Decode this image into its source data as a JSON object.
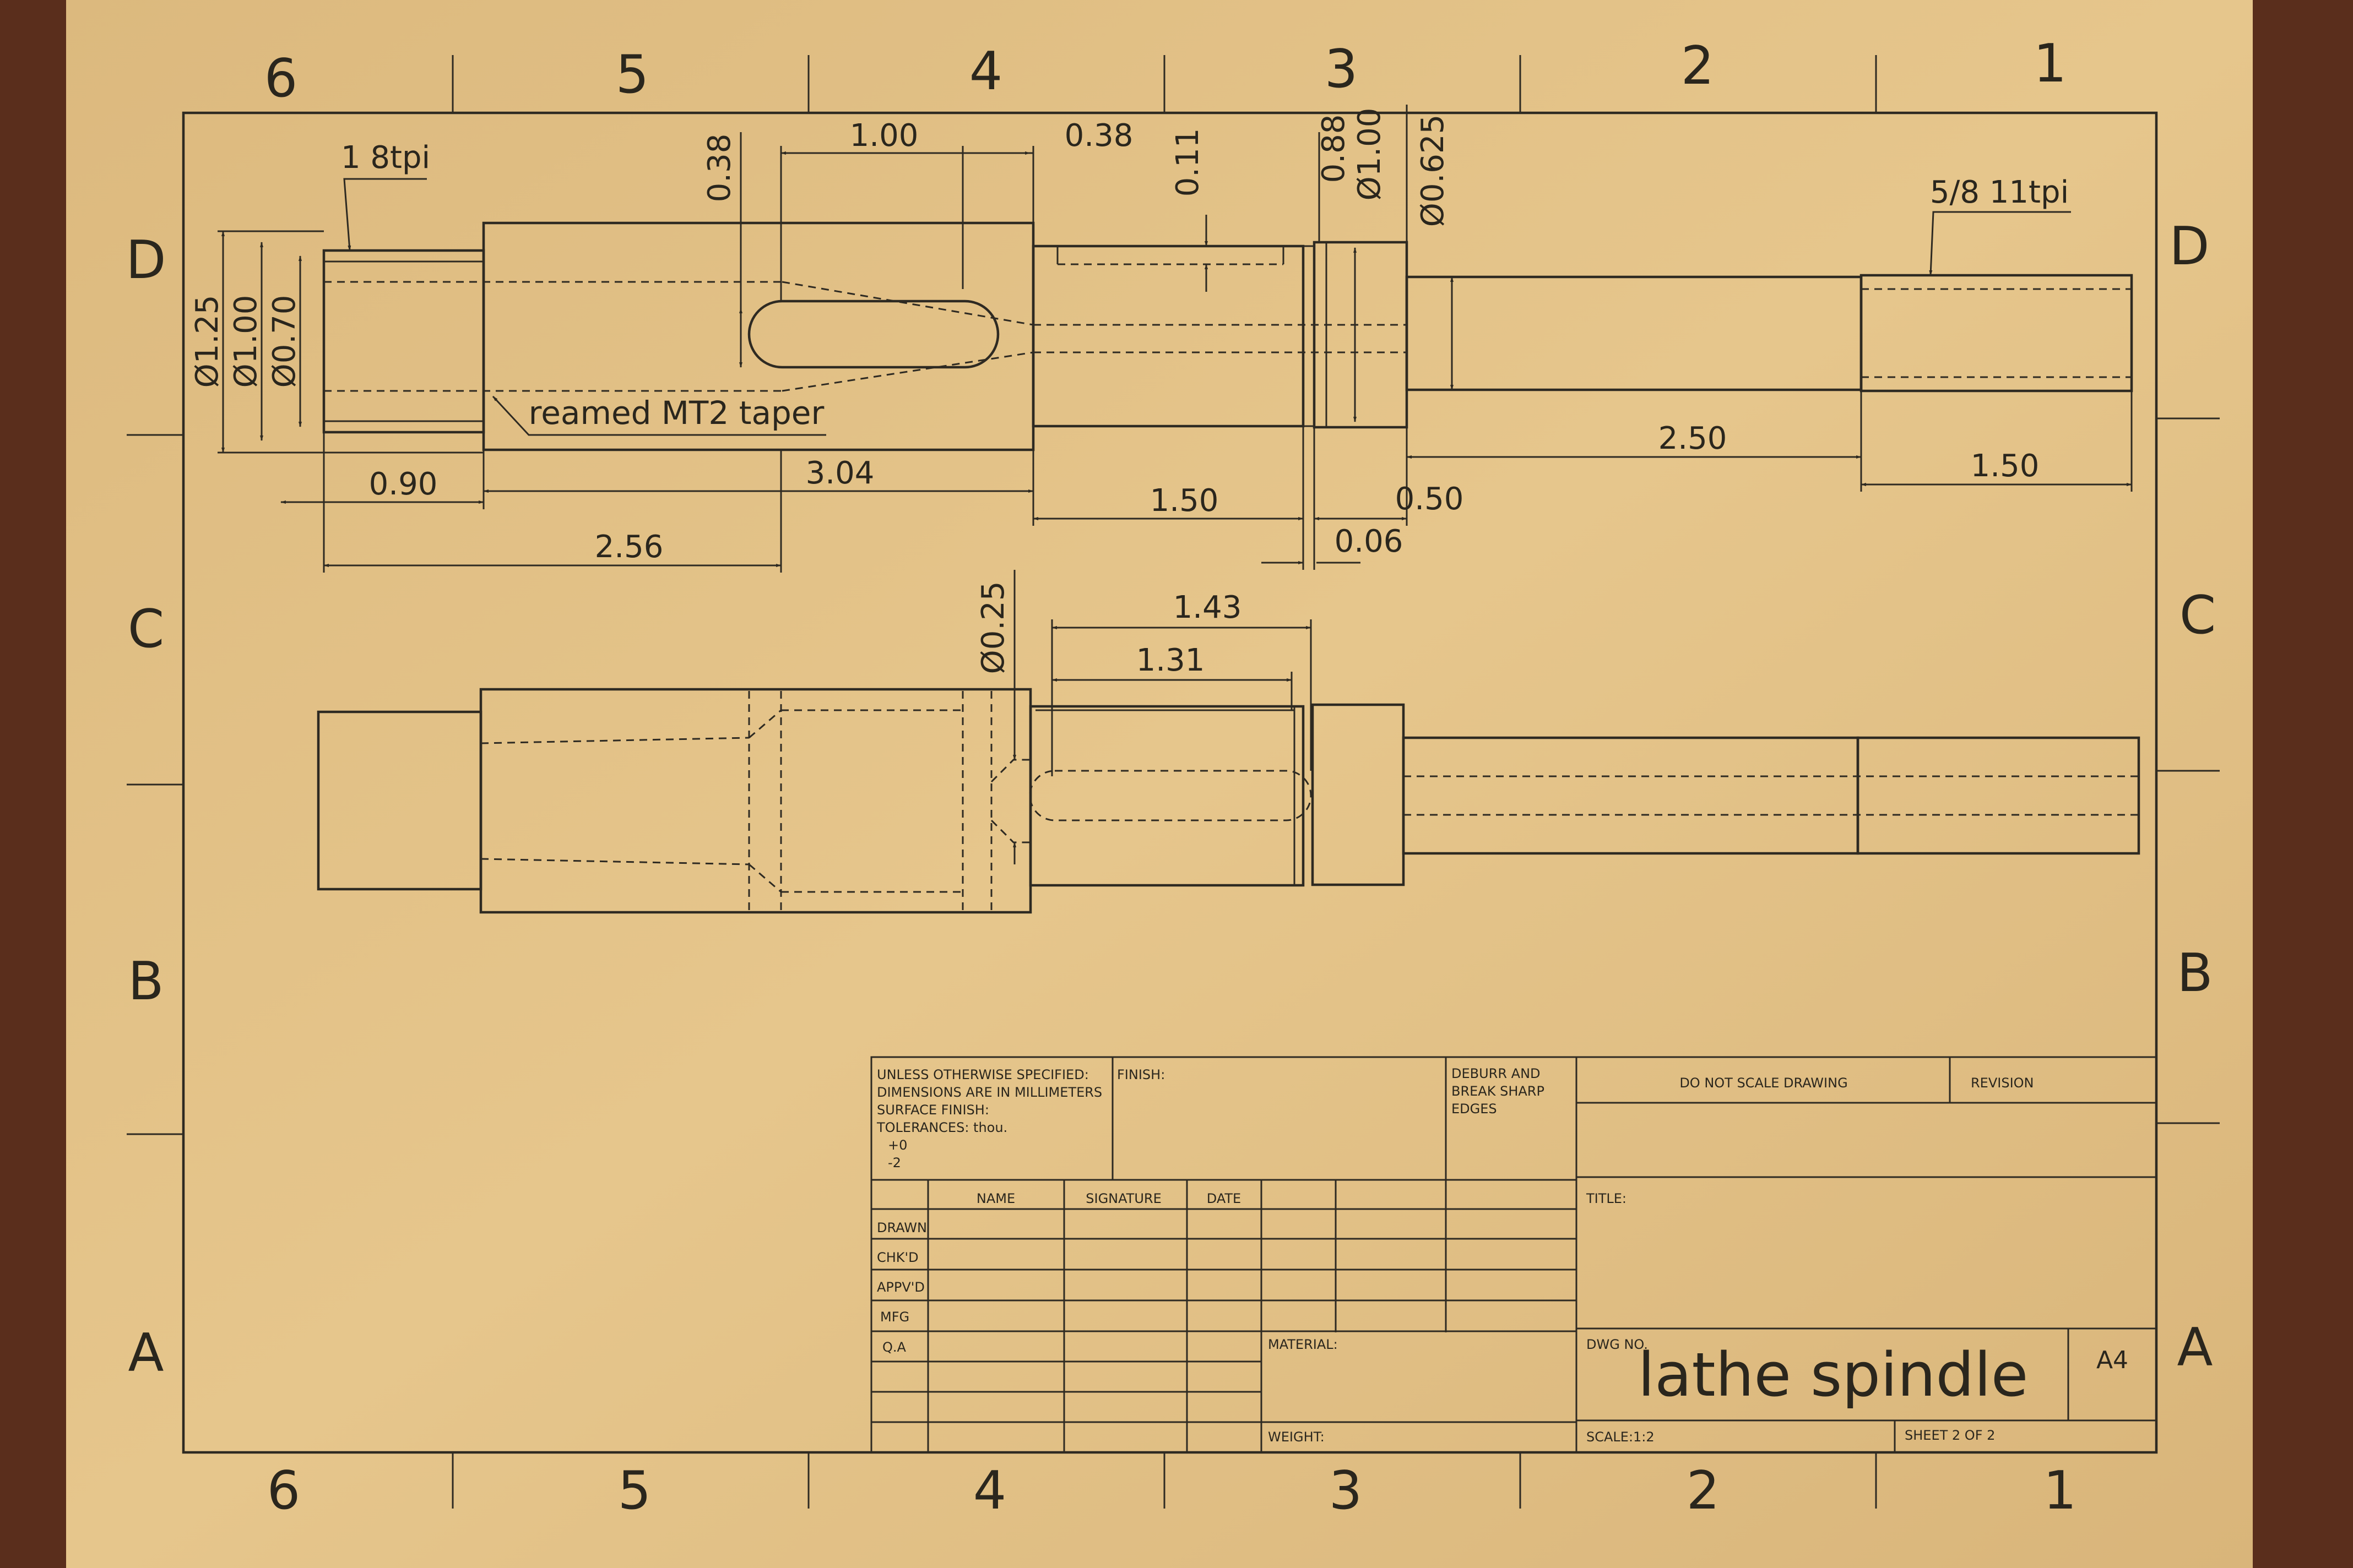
{
  "border": {
    "columns": [
      "6",
      "5",
      "4",
      "3",
      "2",
      "1"
    ],
    "rows": [
      "D",
      "C",
      "B",
      "A"
    ]
  },
  "dimensions": {
    "thread_left": "1 8tpi",
    "thread_right": "5/8 11tpi",
    "taper_note": "reamed MT2 taper",
    "d125": "Ø1.25",
    "d100_left": "Ø1.00",
    "d070": "Ø0.70",
    "d088": "0.88",
    "d100_mid": "Ø1.00",
    "d0625": "Ø0.625",
    "d025": "Ø0.25",
    "v038": "0.38",
    "v011": "0.11",
    "h100": "1.00",
    "h038": "0.38",
    "h090": "0.90",
    "h304": "3.04",
    "h256": "2.56",
    "h150_mid": "1.50",
    "h006": "0.06",
    "h050": "0.50",
    "h250": "2.50",
    "h150_right": "1.50",
    "h143": "1.43",
    "h131": "1.31"
  },
  "title_block": {
    "notes": [
      "UNLESS OTHERWISE SPECIFIED:",
      "DIMENSIONS ARE IN MILLIMETERS",
      "SURFACE FINISH:",
      "TOLERANCES:  thou.",
      "+0",
      "-2"
    ],
    "finish_label": "FINISH:",
    "deburr": [
      "DEBURR AND",
      "BREAK SHARP",
      "EDGES"
    ],
    "do_not_scale": "DO NOT SCALE DRAWING",
    "revision_label": "REVISION",
    "col_name": "NAME",
    "col_signature": "SIGNATURE",
    "col_date": "DATE",
    "row_labels": [
      "DRAWN",
      "CHK'D",
      "APPV'D",
      "MFG",
      "Q.A"
    ],
    "title_label": "TITLE:",
    "material_label": "MATERIAL:",
    "dwg_no_label": "DWG NO.",
    "dwg_title": "lathe spindle",
    "size": "A4",
    "weight_label": "WEIGHT:",
    "scale": "SCALE:1:2",
    "sheet": "SHEET 2 OF 2"
  },
  "colors": {
    "paper": "#e2c288",
    "ink": "#2e2a22",
    "background": "#5a2e1c"
  }
}
